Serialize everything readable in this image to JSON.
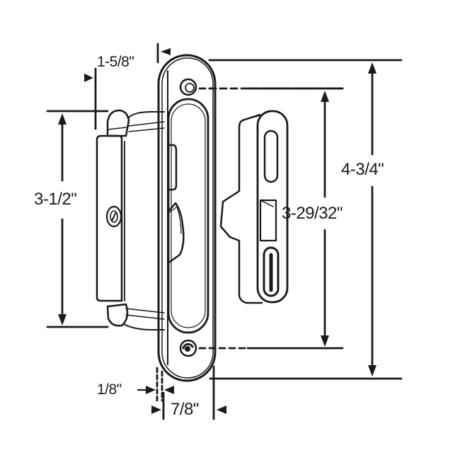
{
  "diagram": {
    "subject": "Sliding door mortise handle set with keeper",
    "colors": {
      "line": "#1a1a1a",
      "background": "#ffffff"
    },
    "parts": [
      {
        "name": "lock-body",
        "description": "Mortise latch body with adjustment screw"
      },
      {
        "name": "handle-plate",
        "description": "Oval recessed pull plate with two mounting screws"
      },
      {
        "name": "keeper",
        "description": "Strike keeper with two slotted holes"
      }
    ],
    "dimensions": {
      "body_depth": "1-5/8\"",
      "body_height": "3-1/2\"",
      "screw_spacing": "3-29/32\"",
      "overall_height": "4-3/4\"",
      "plate_thickness": "1/8\"",
      "plate_width": "7/8\""
    }
  }
}
